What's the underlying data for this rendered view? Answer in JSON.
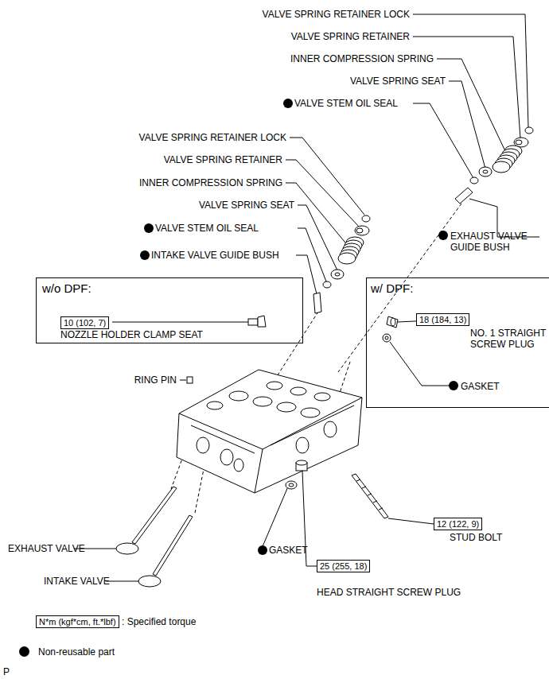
{
  "diagram": {
    "nodes": [
      {
        "text": [
          "w/o DPF:",
          "NOZZLE HOLDER CLAMP SEAT"
        ]
      },
      {
        "text": [
          "10 (102, 7)"
        ],
        "in": 0
      },
      {
        "text": [
          "w/ DPF:",
          "NO. 1 STRAIGHT SCREW PLUG",
          "GASKET"
        ]
      },
      {
        "text": [
          "18 (184, 13)"
        ],
        "in": 2
      },
      {
        "text": [
          "12 (122, 9)"
        ]
      },
      {
        "text": [
          "25 (255, 18)"
        ]
      },
      {
        "text": [
          "N*m (kgf*cm, ft.*lbf)"
        ]
      }
    ],
    "labels": [
      "VALVE SPRING RETAINER LOCK",
      "VALVE SPRING RETAINER",
      "INNER COMPRESSION SPRING",
      "VALVE SPRING SEAT",
      "VALVE STEM OIL SEAL",
      "VALVE SPRING RETAINER LOCK",
      "VALVE SPRING RETAINER",
      "INNER COMPRESSION SPRING",
      "VALVE SPRING SEAT",
      "VALVE STEM OIL SEAL",
      "EXHAUST VALVE GUIDE BUSH",
      "INTAKE VALVE GUIDE BUSH",
      "RING PIN",
      "STUD BOLT",
      "EXHAUST VALVE",
      "GASKET",
      "INTAKE VALVE",
      "HEAD STRAIGHT SCREW PLUG",
      "P"
    ],
    "legend": [
      {
        "text": ": Specified torque"
      },
      {
        "text": "Non-reusable part",
        "color": "#000000"
      }
    ]
  }
}
